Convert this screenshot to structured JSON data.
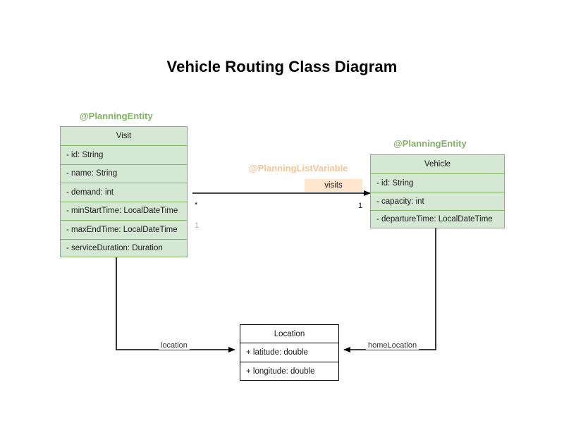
{
  "title": "Vehicle Routing Class Diagram",
  "classes": {
    "visit": {
      "stereotype": "@PlanningEntity",
      "name": "Visit",
      "attributes": [
        "- id: String",
        "- name: String",
        "- demand: int",
        "- minStartTime: LocalDateTime",
        "- maxEndTime: LocalDateTime",
        "- serviceDuration: Duration"
      ]
    },
    "vehicle": {
      "stereotype": "@PlanningEntity",
      "name": "Vehicle",
      "attributes": [
        "- id: String",
        "- capacity: int",
        "- departureTime: LocalDateTime"
      ]
    },
    "location": {
      "name": "Location",
      "attributes": [
        "+ latitude: double",
        "+ longitude: double"
      ]
    }
  },
  "relationships": {
    "visits": {
      "stereotype": "@PlanningListVariable",
      "label": "visits",
      "source_multiplicity": "1",
      "target_multiplicity": "*",
      "secondary_multiplicity": "1"
    },
    "location_edge": {
      "label": "location"
    },
    "home_location_edge": {
      "label": "homeLocation"
    }
  },
  "colors": {
    "entity_fill": "#d5e8d4",
    "entity_border": "#82b366",
    "annotation_green": "#82b366",
    "annotation_orange": "#f5c69c",
    "chip_fill": "#ffe6cc",
    "plain_border": "#000000",
    "muted_multiplicity": "#b3a0cc"
  }
}
